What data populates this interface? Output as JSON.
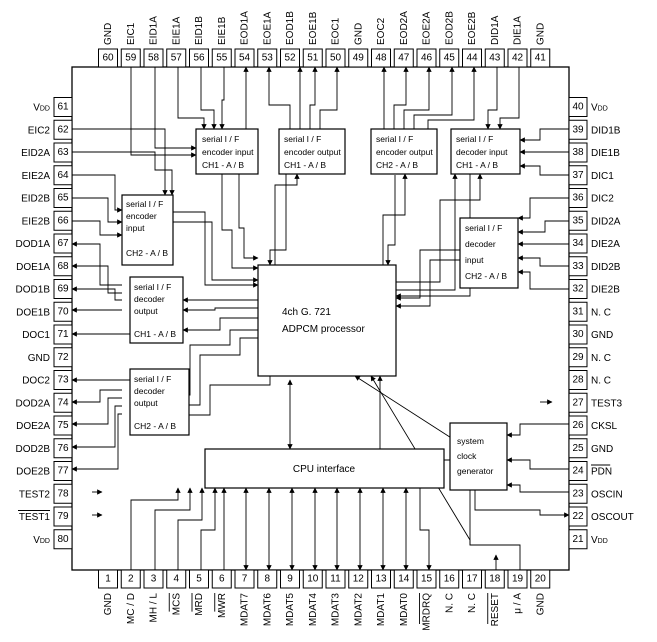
{
  "top_pins": [
    {
      "num": "60",
      "name": "GND"
    },
    {
      "num": "59",
      "name": "EIC1"
    },
    {
      "num": "58",
      "name": "EID1A"
    },
    {
      "num": "57",
      "name": "EIE1A"
    },
    {
      "num": "56",
      "name": "EID1B"
    },
    {
      "num": "55",
      "name": "EIE1B"
    },
    {
      "num": "54",
      "name": "EOD1A"
    },
    {
      "num": "53",
      "name": "EOE1A"
    },
    {
      "num": "52",
      "name": "EOD1B"
    },
    {
      "num": "51",
      "name": "EOE1B"
    },
    {
      "num": "50",
      "name": "EOC1"
    },
    {
      "num": "49",
      "name": "GND"
    },
    {
      "num": "48",
      "name": "EOC2"
    },
    {
      "num": "47",
      "name": "EOD2A"
    },
    {
      "num": "46",
      "name": "EOE2A"
    },
    {
      "num": "45",
      "name": "EOD2B"
    },
    {
      "num": "44",
      "name": "EOE2B"
    },
    {
      "num": "43",
      "name": "DID1A"
    },
    {
      "num": "42",
      "name": "DIE1A"
    },
    {
      "num": "41",
      "name": "GND"
    }
  ],
  "bottom_pins": [
    {
      "num": "1",
      "name": "GND"
    },
    {
      "num": "2",
      "name": "MC / D"
    },
    {
      "num": "3",
      "name": "MH / L"
    },
    {
      "num": "4",
      "name": "MCS"
    },
    {
      "num": "5",
      "name": "MRD"
    },
    {
      "num": "6",
      "name": "MWR"
    },
    {
      "num": "7",
      "name": "MDAT7"
    },
    {
      "num": "8",
      "name": "MDAT6"
    },
    {
      "num": "9",
      "name": "MDAT5"
    },
    {
      "num": "10",
      "name": "MDAT4"
    },
    {
      "num": "11",
      "name": "MDAT3"
    },
    {
      "num": "12",
      "name": "MDAT2"
    },
    {
      "num": "13",
      "name": "MDAT1"
    },
    {
      "num": "14",
      "name": "MDAT0"
    },
    {
      "num": "15",
      "name": "MRDRQ"
    },
    {
      "num": "16",
      "name": "N. C"
    },
    {
      "num": "17",
      "name": "N. C"
    },
    {
      "num": "18",
      "name": "RESET"
    },
    {
      "num": "19",
      "name": "μ / A"
    },
    {
      "num": "20",
      "name": "GND"
    }
  ],
  "left_pins": [
    {
      "num": "61",
      "name": "VDD"
    },
    {
      "num": "62",
      "name": "EIC2"
    },
    {
      "num": "63",
      "name": "EID2A"
    },
    {
      "num": "64",
      "name": "EIE2A"
    },
    {
      "num": "65",
      "name": "EID2B"
    },
    {
      "num": "66",
      "name": "EIE2B"
    },
    {
      "num": "67",
      "name": "DOD1A"
    },
    {
      "num": "68",
      "name": "DOE1A"
    },
    {
      "num": "69",
      "name": "DOD1B"
    },
    {
      "num": "70",
      "name": "DOE1B"
    },
    {
      "num": "71",
      "name": "DOC1"
    },
    {
      "num": "72",
      "name": "GND"
    },
    {
      "num": "73",
      "name": "DOC2"
    },
    {
      "num": "74",
      "name": "DOD2A"
    },
    {
      "num": "75",
      "name": "DOE2A"
    },
    {
      "num": "76",
      "name": "DOD2B"
    },
    {
      "num": "77",
      "name": "DOE2B"
    },
    {
      "num": "78",
      "name": "TEST2"
    },
    {
      "num": "79",
      "name": "TEST1"
    },
    {
      "num": "80",
      "name": "VDD"
    }
  ],
  "right_pins": [
    {
      "num": "40",
      "name": "VDD"
    },
    {
      "num": "39",
      "name": "DID1B"
    },
    {
      "num": "38",
      "name": "DIE1B"
    },
    {
      "num": "37",
      "name": "DIC1"
    },
    {
      "num": "36",
      "name": "DIC2"
    },
    {
      "num": "35",
      "name": "DID2A"
    },
    {
      "num": "34",
      "name": "DIE2A"
    },
    {
      "num": "33",
      "name": "DID2B"
    },
    {
      "num": "32",
      "name": "DIE2B"
    },
    {
      "num": "31",
      "name": "N. C"
    },
    {
      "num": "30",
      "name": "GND"
    },
    {
      "num": "29",
      "name": "N. C"
    },
    {
      "num": "28",
      "name": "N. C"
    },
    {
      "num": "27",
      "name": "TEST3"
    },
    {
      "num": "26",
      "name": "CKSL"
    },
    {
      "num": "25",
      "name": "GND"
    },
    {
      "num": "24",
      "name": "PDN"
    },
    {
      "num": "23",
      "name": "OSCIN"
    },
    {
      "num": "22",
      "name": "OSCOUT"
    },
    {
      "num": "21",
      "name": "VDD"
    }
  ],
  "blocks": {
    "enc_in_ch1": [
      "serial I / F",
      "encoder input",
      "CH1 - A / B"
    ],
    "enc_out_ch1": [
      "serial I / F",
      "encoder output",
      "CH1 - A / B"
    ],
    "enc_out_ch2": [
      "serial I / F",
      "encoder output",
      "CH2 - A / B"
    ],
    "dec_in_ch1": [
      "serial I / F",
      "decoder input",
      "CH1 - A / B"
    ],
    "enc_in_ch2": [
      "serial I / F",
      "encoder",
      "input",
      "CH2 - A / B"
    ],
    "dec_out_ch1": [
      "serial I / F",
      "decoder",
      "output",
      "CH1 - A / B"
    ],
    "dec_out_ch2": [
      "serial I / F",
      "decoder",
      "output",
      "CH2 - A / B"
    ],
    "dec_in_ch2": [
      "serial I / F",
      "decoder",
      "input",
      "CH2 - A / B"
    ],
    "processor": [
      "4ch  G. 721",
      "ADPCM processor"
    ],
    "cpu": [
      "CPU interface"
    ],
    "clock": [
      "system",
      "clock",
      "generator"
    ]
  }
}
